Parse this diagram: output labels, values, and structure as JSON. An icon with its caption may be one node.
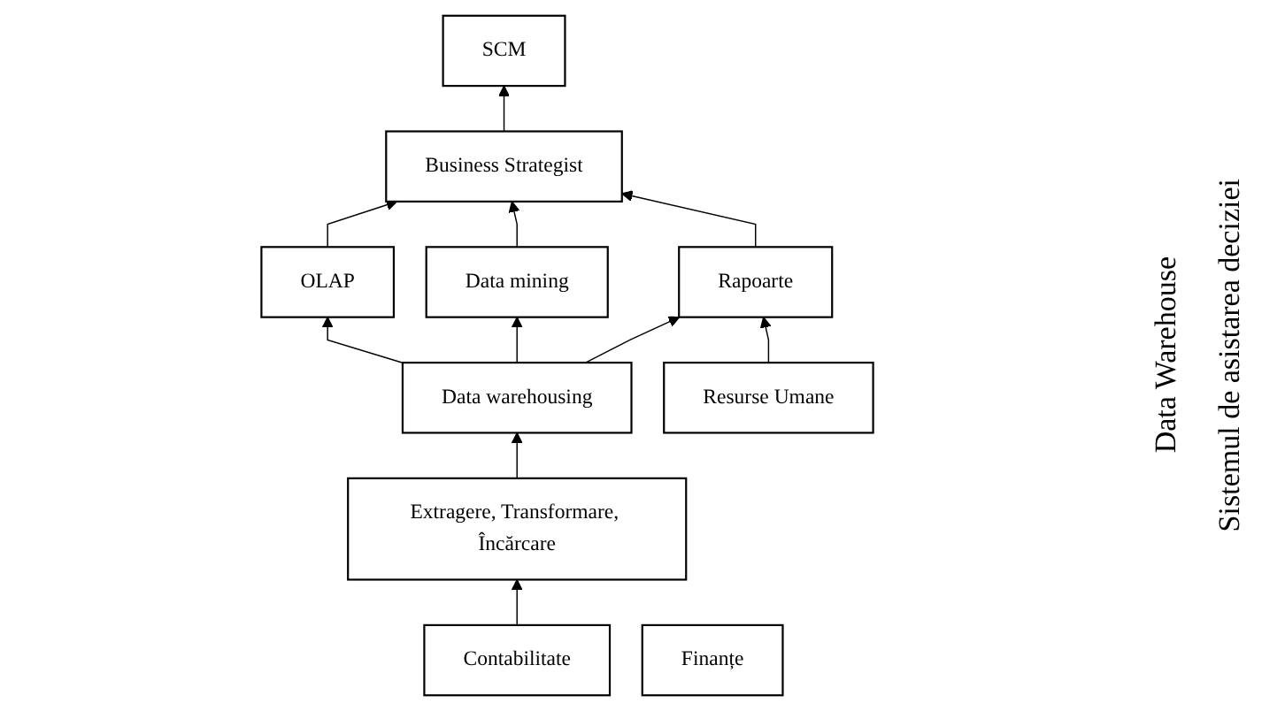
{
  "diagram": {
    "nodes": [
      {
        "text": [
          "Business Strategist"
        ]
      },
      {
        "text": [
          "OLAP"
        ]
      },
      {
        "text": [
          "Data mining"
        ]
      },
      {
        "text": [
          "Rapoarte"
        ]
      },
      {
        "text": [
          "Data warehousing"
        ]
      },
      {
        "text": [
          "Extragere, Transformare, Încărcare"
        ]
      },
      {
        "text": [
          "SCM"
        ]
      },
      {
        "text": [
          "Contabilitate"
        ]
      },
      {
        "text": [
          "Finanțe"
        ]
      },
      {
        "text": [
          "Resurse Umane"
        ]
      }
    ],
    "edges": [
      {
        "from": 1,
        "to": 0,
        "arrow": "to"
      },
      {
        "from": 2,
        "to": 0,
        "arrow": "to"
      },
      {
        "from": 3,
        "to": 0,
        "arrow": "to"
      },
      {
        "from": 4,
        "to": 1,
        "arrow": "to"
      },
      {
        "from": 4,
        "to": 2,
        "arrow": "to"
      },
      {
        "from": 4,
        "to": 3,
        "arrow": "to"
      },
      {
        "from": 5,
        "to": 4,
        "arrow": "to"
      },
      {
        "from": 7,
        "to": 5,
        "arrow": "to"
      },
      {
        "from": 9,
        "to": 3,
        "arrow": "to"
      },
      {
        "from": 0,
        "to": 6,
        "arrow": "to"
      }
    ],
    "labels": [
      "Data Warehouse",
      "Sistemul de asistarea deciziei"
    ]
  }
}
